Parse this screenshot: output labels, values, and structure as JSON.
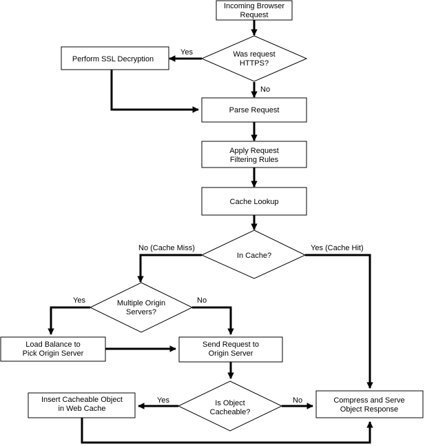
{
  "nodes": {
    "incoming_request": [
      "Incoming Browser",
      "Request"
    ],
    "was_https": [
      "Was request",
      "HTTPS?"
    ],
    "ssl_decrypt": [
      "Perform SSL Decryption"
    ],
    "parse_request": [
      "Parse Request"
    ],
    "apply_filtering": [
      "Apply Request",
      "Filtering Rules"
    ],
    "cache_lookup": [
      "Cache Lookup"
    ],
    "in_cache": [
      "In Cache?"
    ],
    "multiple_origin": [
      "Multiple Origin",
      "Servers?"
    ],
    "load_balance": [
      "Load Balance to",
      "Pick Origin Server"
    ],
    "send_request": [
      "Send Request to",
      "Origin Server"
    ],
    "is_cacheable": [
      "Is Object",
      "Cacheable?"
    ],
    "insert_cache": [
      "Insert Cacheable Object",
      "in Web Cache"
    ],
    "compress_serve": [
      "Compress and Serve",
      "Object Response"
    ]
  },
  "edge_labels": {
    "https_yes": "Yes",
    "https_no": "No",
    "cache_miss": "No (Cache Miss)",
    "cache_hit": "Yes (Cache Hit)",
    "multi_yes": "Yes",
    "multi_no": "No",
    "cacheable_yes": "Yes",
    "cacheable_no": "No"
  },
  "colors": {
    "line": "#000000",
    "fill": "#ffffff"
  }
}
